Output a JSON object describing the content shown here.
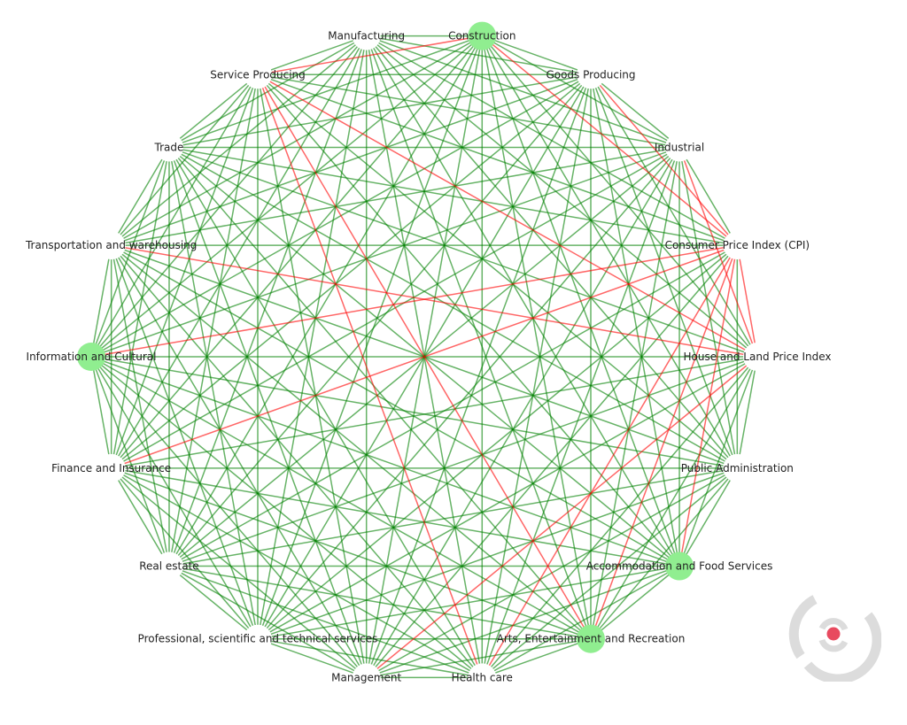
{
  "graph": {
    "layout": "circular",
    "colors": {
      "positive_edge": "#008000",
      "negative_edge": "#ff0000",
      "highlight_node": "#90ee90",
      "node": "#ffffff"
    },
    "nodes": [
      {
        "id": "construction",
        "label": "Construction",
        "highlighted": true
      },
      {
        "id": "goods",
        "label": "Goods Producing",
        "highlighted": false
      },
      {
        "id": "industrial",
        "label": "Industrial",
        "highlighted": false
      },
      {
        "id": "cpi",
        "label": "Consumer Price Index (CPI)",
        "highlighted": false
      },
      {
        "id": "house",
        "label": "House and Land Price Index",
        "highlighted": false
      },
      {
        "id": "public",
        "label": "Public Administration",
        "highlighted": false
      },
      {
        "id": "accommodation",
        "label": "Accommodation and Food Services",
        "highlighted": true
      },
      {
        "id": "arts",
        "label": "Arts, Entertainment and Recreation",
        "highlighted": true
      },
      {
        "id": "health",
        "label": "Health care",
        "highlighted": false
      },
      {
        "id": "management",
        "label": "Management",
        "highlighted": false
      },
      {
        "id": "professional",
        "label": "Professional, scientific and technical services",
        "highlighted": false
      },
      {
        "id": "realestate",
        "label": "Real estate",
        "highlighted": false
      },
      {
        "id": "finance",
        "label": "Finance and Insurance",
        "highlighted": false
      },
      {
        "id": "information",
        "label": "Information and Cultural",
        "highlighted": true
      },
      {
        "id": "transport",
        "label": "Transportation and warehousing",
        "highlighted": false
      },
      {
        "id": "trade",
        "label": "Trade",
        "highlighted": false
      },
      {
        "id": "service",
        "label": "Service Producing",
        "highlighted": false
      },
      {
        "id": "manufacturing",
        "label": "Manufacturing",
        "highlighted": false
      }
    ],
    "edges_rule": "complete",
    "negative_edges": [
      [
        "construction",
        "service"
      ],
      [
        "construction",
        "cpi"
      ],
      [
        "goods",
        "cpi"
      ],
      [
        "industrial",
        "house"
      ],
      [
        "cpi",
        "house"
      ],
      [
        "service",
        "house"
      ],
      [
        "service",
        "health"
      ],
      [
        "service",
        "arts"
      ],
      [
        "transport",
        "house"
      ],
      [
        "information",
        "cpi"
      ],
      [
        "finance",
        "cpi"
      ],
      [
        "management",
        "house"
      ],
      [
        "health",
        "cpi"
      ],
      [
        "arts",
        "cpi"
      ],
      [
        "accommodation",
        "cpi"
      ]
    ]
  },
  "logo": {
    "name": "target-logo"
  }
}
